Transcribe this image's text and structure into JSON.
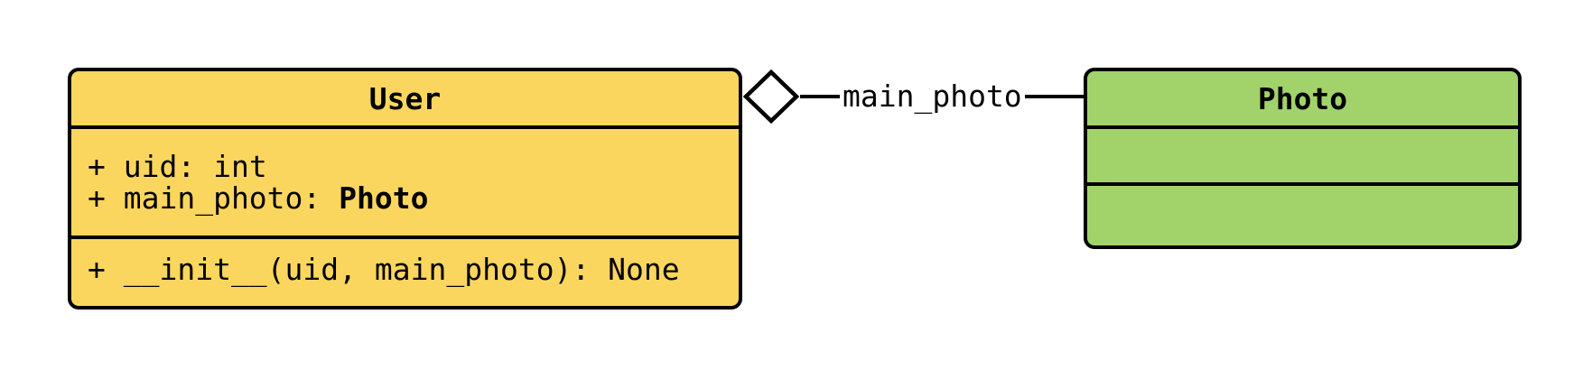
{
  "diagram": {
    "background_color": "#ffffff",
    "stroke_color": "#000000"
  },
  "user_class": {
    "name": "User",
    "fill": "#FBD65F",
    "attributes": [
      {
        "text": "+ uid: ",
        "type": "int",
        "type_bold": false
      },
      {
        "text": "+ main_photo: ",
        "type": "Photo",
        "type_bold": true
      }
    ],
    "methods": [
      {
        "text": "+ __init__(uid, main_photo): None"
      }
    ]
  },
  "photo_class": {
    "name": "Photo",
    "fill": "#A2D36B",
    "attributes": [],
    "methods": []
  },
  "relationship": {
    "type": "aggregation",
    "label": "main_photo",
    "diamond_fill": "#ffffff",
    "diamond_side": "User",
    "target": "Photo"
  }
}
